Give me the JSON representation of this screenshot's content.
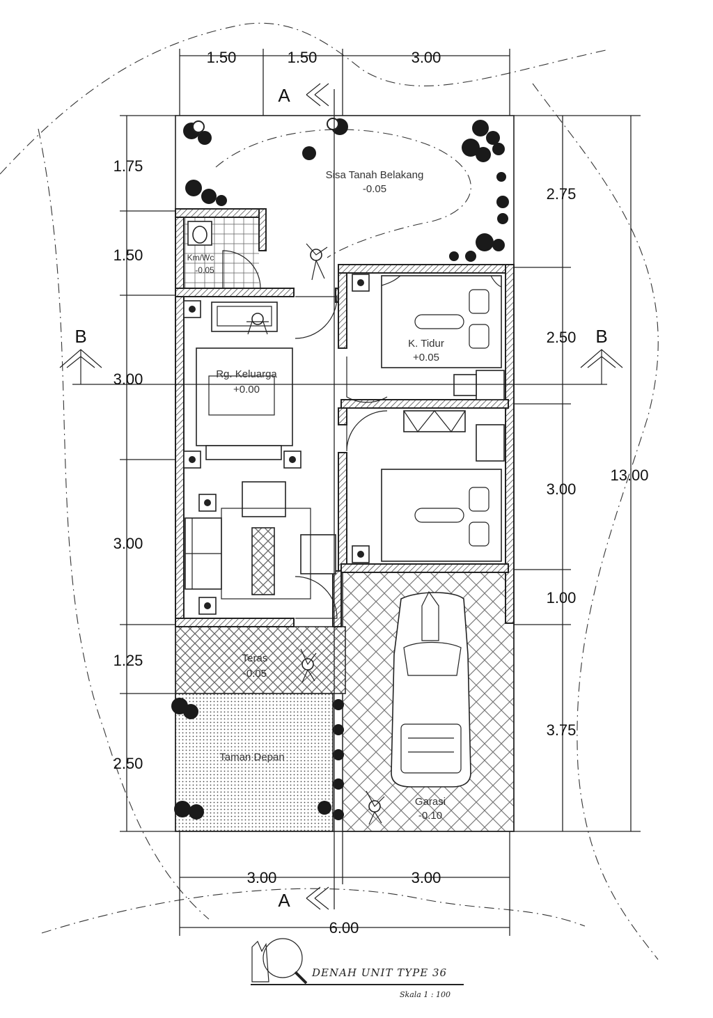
{
  "dimensions": {
    "top_1": "1.50",
    "top_2": "1.50",
    "top_3": "3.00",
    "left_1": "1.75",
    "left_2": "1.50",
    "left_3": "3.00",
    "left_4": "3.00",
    "left_5": "1.25",
    "left_6": "2.50",
    "right_1": "2.75",
    "right_2": "2.50",
    "right_3": "3.00",
    "right_4": "1.00",
    "right_5": "3.75",
    "right_total": "13.00",
    "bottom_1": "3.00",
    "bottom_2": "3.00",
    "bottom_total": "6.00"
  },
  "section_marks": {
    "a_top": "A",
    "a_bottom": "A",
    "b_left": "B",
    "b_right": "B"
  },
  "rooms": {
    "back_yard": {
      "name": "Sisa Tanah Belakang",
      "level": "-0.05"
    },
    "bathroom": {
      "name": "Km/Wc",
      "level": "-0.05"
    },
    "family_room": {
      "name": "Rg. Keluarga",
      "level": "+0.00"
    },
    "bedroom": {
      "name": "K. Tidur",
      "level": "+0.05"
    },
    "terrace": {
      "name": "Teras",
      "level": "-0.05"
    },
    "front_garden": {
      "name": "Taman Depan"
    },
    "garage": {
      "name": "Garasi",
      "level": "-0.10"
    }
  },
  "title": {
    "main": "DENAH UNIT TYPE 36",
    "scale": "Skala 1 : 100"
  }
}
